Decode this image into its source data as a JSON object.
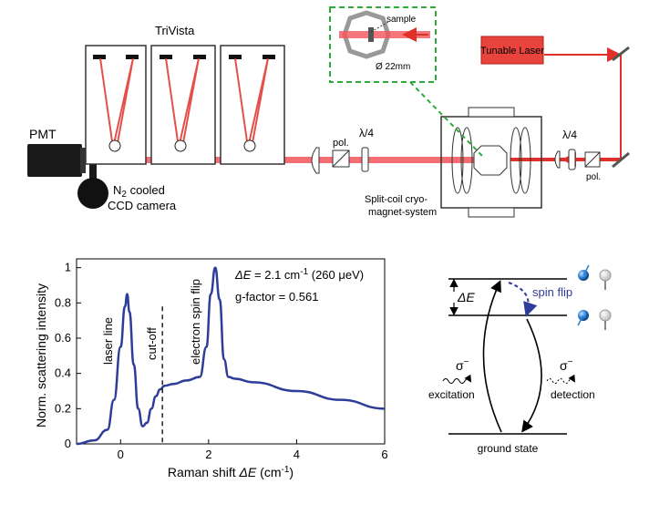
{
  "setup": {
    "pmt_label": "PMT",
    "spectrometer_label": "TriVista",
    "ccd_label_line1_main": "N",
    "ccd_label_line1_sub": "2",
    "ccd_label_line1_rest": " cooled",
    "ccd_label_line2": "CCD camera",
    "polarizer_label": "pol.",
    "quarter_wave_label": "λ/4",
    "cryostat_label_line1": "Split-coil cryo-",
    "cryostat_label_line2": "magnet-system",
    "laser_label": "Tunable Laser",
    "inset_sample_label": "sample",
    "inset_diameter_label": "Ø 22mm"
  },
  "chart_data": {
    "type": "line",
    "xlabel": "Raman shift ΔE (cm⁻¹)",
    "ylabel": "Norm. scattering intensity",
    "xlim": [
      -1,
      6
    ],
    "ylim": [
      0,
      1.05
    ],
    "x_ticks": [
      0,
      2,
      4,
      6
    ],
    "y_ticks": [
      0,
      0.2,
      0.4,
      0.6,
      0.8,
      1
    ],
    "x_tick_labels": [
      "0",
      "2",
      "4",
      "6"
    ],
    "y_tick_labels": [
      "0",
      "0.2",
      "0.4",
      "0.6",
      "0.8",
      "1"
    ],
    "grid": false,
    "series": [
      {
        "color": "#2e3c9a",
        "x": [
          -1.0,
          -0.6,
          -0.3,
          -0.15,
          0.0,
          0.1,
          0.15,
          0.2,
          0.3,
          0.4,
          0.5,
          0.6,
          0.7,
          0.8,
          0.9,
          1.0,
          1.2,
          1.5,
          1.8,
          1.95,
          2.05,
          2.15,
          2.25,
          2.35,
          2.45,
          2.6,
          3.0,
          4.0,
          5.0,
          6.0
        ],
        "y": [
          0.0,
          0.02,
          0.08,
          0.25,
          0.55,
          0.78,
          0.85,
          0.75,
          0.45,
          0.2,
          0.1,
          0.12,
          0.2,
          0.27,
          0.31,
          0.33,
          0.34,
          0.36,
          0.38,
          0.55,
          0.85,
          1.0,
          0.82,
          0.48,
          0.38,
          0.37,
          0.35,
          0.3,
          0.25,
          0.2
        ]
      }
    ],
    "annotations": {
      "laser_line": "laser line",
      "cutoff": "cut-off",
      "spin_flip": "electron spin flip",
      "cutoff_x": 0.95,
      "delta_e_prefix": "ΔE",
      "delta_e_value": " = 2.1 cm",
      "delta_e_exp": "-1",
      "delta_e_rest": " (260 μeV)",
      "g_factor": "g-factor = 0.561"
    }
  },
  "level_diagram": {
    "delta_e_label": "ΔE",
    "spin_flip_label": "spin flip",
    "sigma_symbol": "σ",
    "sigma_sup": "−",
    "excitation_label": "excitation",
    "detection_label": "detection",
    "ground_state_label": "ground state",
    "accent_color": "#2e3c9a",
    "electron_color": "#2a7fd0"
  }
}
